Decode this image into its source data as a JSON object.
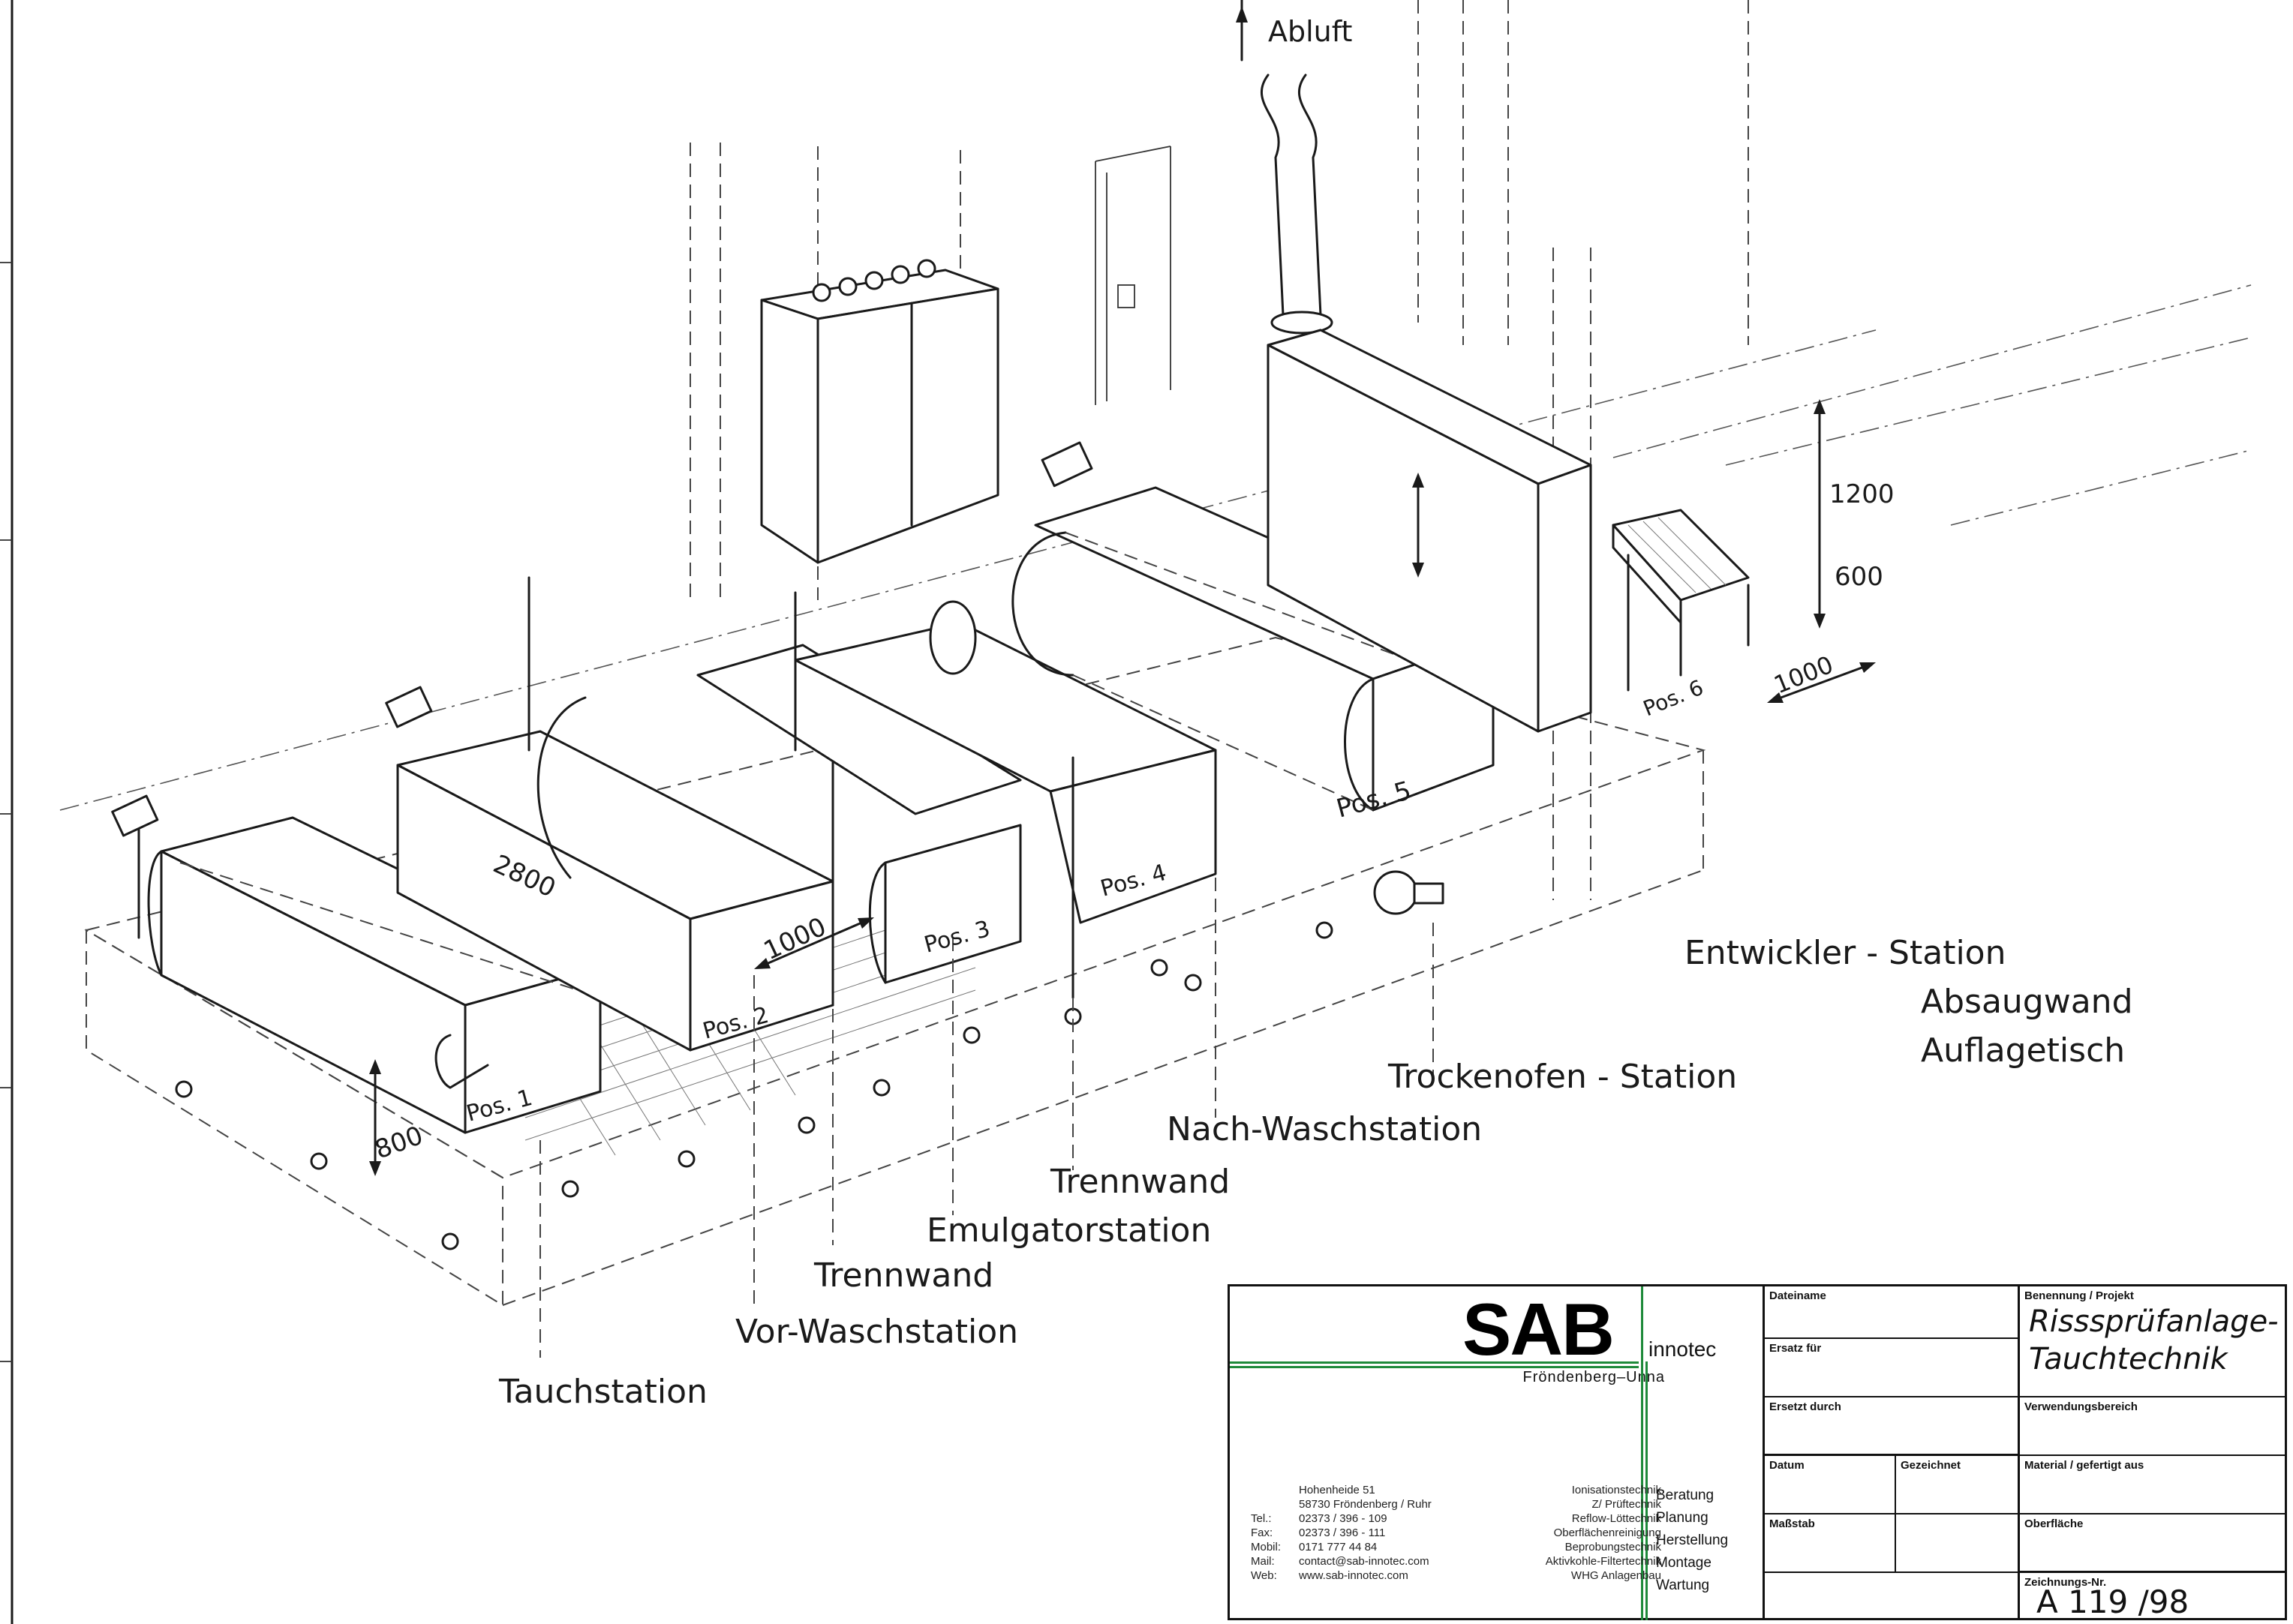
{
  "drawing": {
    "labels": {
      "abluft": "Abluft",
      "pos1": "Pos. 1",
      "pos2": "Pos. 2",
      "pos3": "Pos. 3",
      "pos4": "Pos. 4",
      "pos5": "Pos. 5",
      "pos6": "Pos. 6",
      "dim_2800": "2800",
      "dim_1000a": "1000",
      "dim_800": "800",
      "dim_1200": "1200",
      "dim_600": "600",
      "dim_1000b": "1000"
    },
    "stations": {
      "tauch": "Tauchstation",
      "vorwasch": "Vor-Waschstation",
      "trennwand1": "Trennwand",
      "emulgator": "Emulgatorstation",
      "trennwand2": "Trennwand",
      "nachwasch": "Nach-Waschstation",
      "trockenofen": "Trockenofen - Station",
      "entwickler": "Entwickler - Station",
      "absaugwand": "Absaugwand",
      "auflagetisch": "Auflagetisch"
    }
  },
  "title_block": {
    "company": "SAB",
    "brand_suffix": "innotec",
    "city": "Fröndenberg–Unna",
    "address": [
      {
        "key": "",
        "value": "Hohenheide 51"
      },
      {
        "key": "",
        "value": "58730 Fröndenberg / Ruhr"
      },
      {
        "key": "Tel.:",
        "value": "02373 / 396 - 109"
      },
      {
        "key": "Fax:",
        "value": "02373 / 396 - 111"
      },
      {
        "key": "Mobil:",
        "value": "0171 777 44 84"
      },
      {
        "key": "Mail:",
        "value": "contact@sab-innotec.com"
      },
      {
        "key": "Web:",
        "value": "www.sab-innotec.com"
      }
    ],
    "technologies": [
      "Ionisationstechnik",
      "Z/ Prüftechnik",
      "Reflow-Löttechnik",
      "Oberflächenreinigung",
      "Beprobungstechnik",
      "Aktivkohle-Filtertechnik",
      "WHG Anlagenbau"
    ],
    "services": [
      "Beratung",
      "Planung",
      "Herstellung",
      "Montage",
      "Wartung"
    ],
    "fields": {
      "dateiname": "Dateiname",
      "ersatz_fuer": "Ersatz für",
      "ersetzt_durch": "Ersetzt durch",
      "datum": "Datum",
      "gezeichnet": "Gezeichnet",
      "massstab": "Maßstab",
      "benennung": "Benennung / Projekt",
      "verwendungsbereich": "Verwendungsbereich",
      "material": "Material / gefertigt aus",
      "oberflaeche": "Oberfläche",
      "zeichnungsnr": "Zeichnungs-Nr."
    },
    "project_line1": "Risssprüfanlage-",
    "project_line2": "Tauchtechnik",
    "drawing_number": "A 119 /98"
  }
}
